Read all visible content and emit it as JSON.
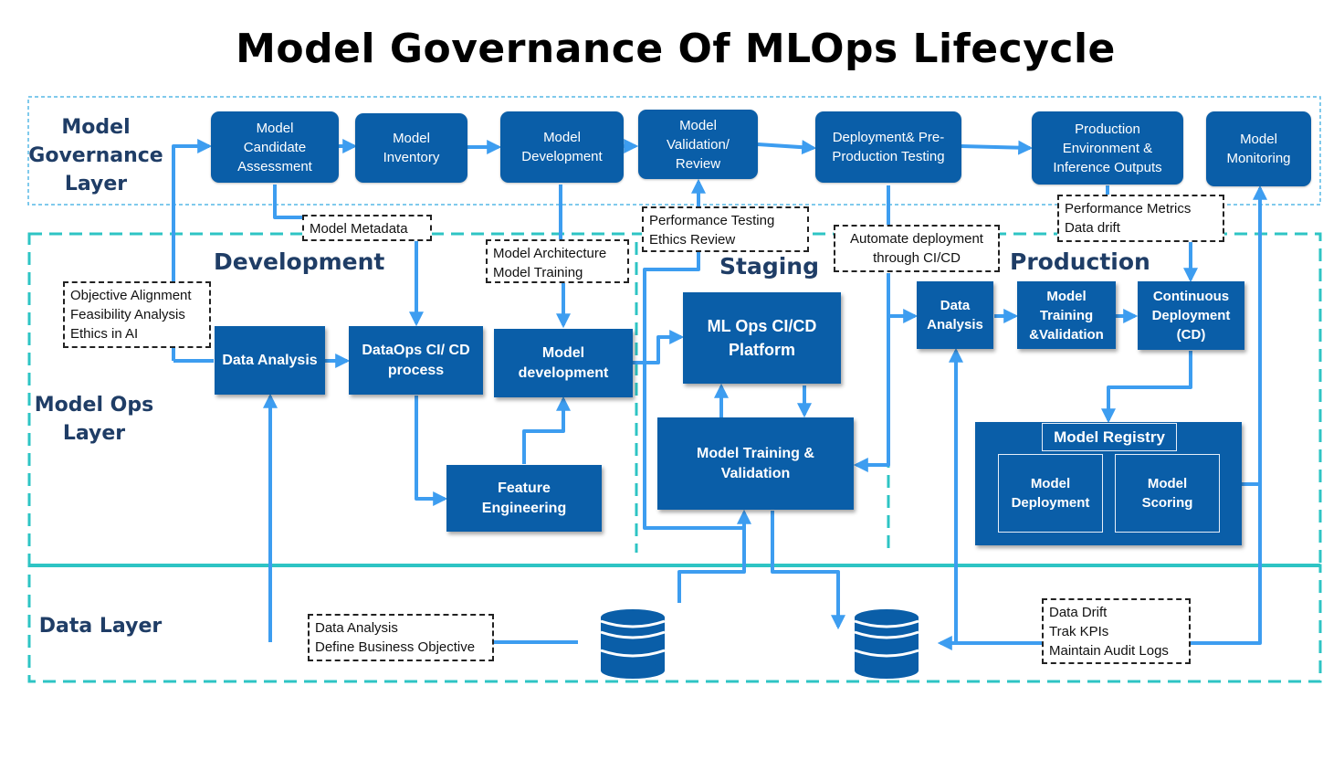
{
  "title": "Model Governance Of MLOps Lifecycle",
  "layers": {
    "governance": "Model\nGovernance\nLayer",
    "ops": "Model Ops\nLayer",
    "data": "Data Layer"
  },
  "sections": {
    "development": "Development",
    "staging": "Staging",
    "production": "Production"
  },
  "governance_boxes": {
    "candidate": "Model\nCandidate\nAssessment",
    "inventory": "Model\nInventory",
    "development": "Model\nDevelopment",
    "validation": "Model\nValidation/\nReview",
    "deployment": "Deployment& Pre-\nProduction Testing",
    "production": "Production\nEnvironment &\nInference Outputs",
    "monitoring": "Model\nMonitoring"
  },
  "ops_boxes": {
    "data_analysis_dev": "Data Analysis",
    "dataops": "DataOps CI/ CD\nprocess",
    "model_dev": "Model\ndevelopment",
    "feature_eng": "Feature\nEngineering",
    "mlops_platform": "ML Ops CI/CD\nPlatform",
    "training_staging": "Model Training &\nValidation",
    "data_analysis_prod": "Data\nAnalysis",
    "training_prod": "Model\nTraining\n&Validation",
    "cd": "Continuous\nDeployment\n(CD)",
    "registry": "Model Registry",
    "registry_deploy": "Model\nDeployment",
    "registry_scoring": "Model\nScoring"
  },
  "notes": {
    "objective": "Objective Alignment\nFeasibility Analysis\nEthics in AI",
    "metadata": "Model Metadata",
    "architecture": "Model Architecture\nModel Training",
    "perf_testing": "Performance Testing\nEthics Review",
    "automate": "Automate deployment\nthrough CI/CD",
    "perf_metrics": "Performance Metrics\nData drift",
    "data_analysis": "Data Analysis\nDefine Business Objective",
    "drift": "Data Drift\nTrak KPIs\nMaintain Audit Logs"
  },
  "colors": {
    "box": "#0a5ea8",
    "arrow": "#3d9df0",
    "teal_dash": "#2ec4c4",
    "gov_border": "#56b8e6"
  }
}
